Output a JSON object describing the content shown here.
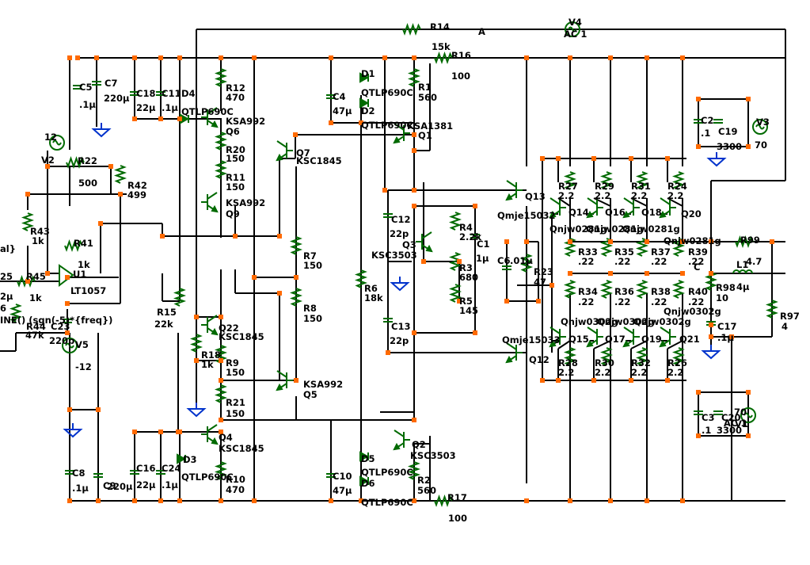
{
  "colors": {
    "wire": "#000000",
    "component": "#006a00",
    "node": "#ff6a00",
    "ground": "#0033cc",
    "background": "#ffffff"
  },
  "labels": [
    {
      "name": "R14",
      "text": "R14"
    },
    {
      "name": "R14v",
      "text": "15k"
    },
    {
      "name": "netA",
      "text": "A"
    },
    {
      "name": "V4",
      "text": "V4"
    },
    {
      "name": "V4v",
      "text": "AC 1"
    },
    {
      "name": "R16",
      "text": "R16"
    },
    {
      "name": "R16v",
      "text": "100"
    },
    {
      "name": "C5",
      "text": "C5"
    },
    {
      "name": "C5v",
      "text": ".1µ"
    },
    {
      "name": "C7",
      "text": "C7"
    },
    {
      "name": "C7v",
      "text": "220µ"
    },
    {
      "name": "C18",
      "text": "C18"
    },
    {
      "name": "C18v",
      "text": "22µ"
    },
    {
      "name": "C11",
      "text": "C11"
    },
    {
      "name": "C11v",
      "text": ".1µ"
    },
    {
      "name": "D4",
      "text": "D4"
    },
    {
      "name": "D4v",
      "text": "QTLP690C"
    },
    {
      "name": "R12",
      "text": "R12"
    },
    {
      "name": "R12v",
      "text": "470"
    },
    {
      "name": "D1",
      "text": "D1"
    },
    {
      "name": "D1v",
      "text": "QTLP690C"
    },
    {
      "name": "C4",
      "text": "C4"
    },
    {
      "name": "C4v",
      "text": "47µ"
    },
    {
      "name": "D2",
      "text": "D2"
    },
    {
      "name": "D2v",
      "text": "QTLP690C"
    },
    {
      "name": "R1",
      "text": "R1"
    },
    {
      "name": "R1v",
      "text": "560"
    },
    {
      "name": "Q1v",
      "text": "KSA1381"
    },
    {
      "name": "Q1",
      "text": "Q1"
    },
    {
      "name": "V2v",
      "text": "12"
    },
    {
      "name": "V2",
      "text": "V2"
    },
    {
      "name": "R22",
      "text": "R22"
    },
    {
      "name": "R22v",
      "text": "500"
    },
    {
      "name": "R42",
      "text": "R42"
    },
    {
      "name": "R42v",
      "text": "499"
    },
    {
      "name": "Q6v",
      "text": "KSA992"
    },
    {
      "name": "Q6",
      "text": "Q6"
    },
    {
      "name": "R20",
      "text": "R20"
    },
    {
      "name": "R20v",
      "text": "150"
    },
    {
      "name": "Q7",
      "text": "Q7"
    },
    {
      "name": "Q7v",
      "text": "KSC1845"
    },
    {
      "name": "R11",
      "text": "R11"
    },
    {
      "name": "R11v",
      "text": "150"
    },
    {
      "name": "Q9v",
      "text": "KSA992"
    },
    {
      "name": "Q9",
      "text": "Q9"
    },
    {
      "name": "C2",
      "text": "C2"
    },
    {
      "name": "C2v",
      "text": ".1"
    },
    {
      "name": "C19",
      "text": "C19"
    },
    {
      "name": "C19v",
      "text": "3300"
    },
    {
      "name": "V3",
      "text": "V3"
    },
    {
      "name": "V3v",
      "text": "70"
    },
    {
      "name": "R27",
      "text": "R27"
    },
    {
      "name": "R27v",
      "text": "2.2"
    },
    {
      "name": "R29",
      "text": "R29"
    },
    {
      "name": "R29v",
      "text": "2.2"
    },
    {
      "name": "R31",
      "text": "R31"
    },
    {
      "name": "R31v",
      "text": "2.2"
    },
    {
      "name": "R24",
      "text": "R24"
    },
    {
      "name": "R24v",
      "text": "2.2"
    },
    {
      "name": "Q13",
      "text": "Q13"
    },
    {
      "name": "Q13v",
      "text": "Qmje15032"
    },
    {
      "name": "Q14",
      "text": "Q14"
    },
    {
      "name": "Q14v",
      "text": "Qnjw0281g"
    },
    {
      "name": "Q16",
      "text": "Q16"
    },
    {
      "name": "Q16v",
      "text": "Qnjw0281g"
    },
    {
      "name": "Q18",
      "text": "Q18"
    },
    {
      "name": "Q18v",
      "text": "Qnjw0281g"
    },
    {
      "name": "Q20",
      "text": "Q20"
    },
    {
      "name": "Q20v",
      "text": "Qnjw0281g"
    },
    {
      "name": "R43",
      "text": "R43"
    },
    {
      "name": "R43v",
      "text": "1k"
    },
    {
      "name": "R41",
      "text": "R41"
    },
    {
      "name": "R41v",
      "text": "1k"
    },
    {
      "name": "C12",
      "text": "C12"
    },
    {
      "name": "C12v",
      "text": "22p"
    },
    {
      "name": "R4",
      "text": "R4"
    },
    {
      "name": "R4v",
      "text": "2.2k"
    },
    {
      "name": "C1",
      "text": "C1"
    },
    {
      "name": "C1v",
      "text": "1µ"
    },
    {
      "name": "Q3",
      "text": "Q3"
    },
    {
      "name": "Q3v",
      "text": "KSC3503"
    },
    {
      "name": "R7",
      "text": "R7"
    },
    {
      "name": "R7v",
      "text": "150"
    },
    {
      "name": "R3",
      "text": "R3"
    },
    {
      "name": "R3v",
      "text": "680"
    },
    {
      "name": "C6",
      "text": "C6"
    },
    {
      "name": "C6v",
      "text": ".01µ"
    },
    {
      "name": "R23",
      "text": "R23"
    },
    {
      "name": "R23v",
      "text": "47"
    },
    {
      "name": "R33",
      "text": "R33"
    },
    {
      "name": "R33v",
      "text": ".22"
    },
    {
      "name": "R35",
      "text": "R35"
    },
    {
      "name": "R35v",
      "text": ".22"
    },
    {
      "name": "R37",
      "text": "R37"
    },
    {
      "name": "R37v",
      "text": ".22"
    },
    {
      "name": "R39",
      "text": "R39"
    },
    {
      "name": "R39v",
      "text": ".22"
    },
    {
      "name": "netC",
      "text": "C"
    },
    {
      "name": "R99",
      "text": "R99"
    },
    {
      "name": "R99v",
      "text": "4.7"
    },
    {
      "name": "L1",
      "text": "L1"
    },
    {
      "name": "L1v",
      "text": "4µ"
    },
    {
      "name": "R98",
      "text": "R98"
    },
    {
      "name": "R98v",
      "text": "10"
    },
    {
      "name": "in1",
      "text": "al}"
    },
    {
      "name": "in2",
      "text": "25"
    },
    {
      "name": "in3",
      "text": "2µ"
    },
    {
      "name": "in4",
      "text": "6"
    },
    {
      "name": "R45",
      "text": "R45"
    },
    {
      "name": "R45v",
      "text": "1k"
    },
    {
      "name": "U1",
      "text": "U1"
    },
    {
      "name": "U1v",
      "text": "LT1057"
    },
    {
      "name": "srcExpr",
      "text": "INE() (sgn(-5)*{freq})"
    },
    {
      "name": "R6",
      "text": "R6"
    },
    {
      "name": "R6v",
      "text": "18k"
    },
    {
      "name": "R5",
      "text": "R5"
    },
    {
      "name": "R5v",
      "text": "145"
    },
    {
      "name": "R8",
      "text": "R8"
    },
    {
      "name": "R8v",
      "text": "150"
    },
    {
      "name": "R34",
      "text": "R34"
    },
    {
      "name": "R34v",
      "text": ".22"
    },
    {
      "name": "R36",
      "text": "R36"
    },
    {
      "name": "R36v",
      "text": ".22"
    },
    {
      "name": "R38",
      "text": "R38"
    },
    {
      "name": "R38v",
      "text": ".22"
    },
    {
      "name": "R40",
      "text": "R40"
    },
    {
      "name": "R40v",
      "text": ".22"
    },
    {
      "name": "Q15v",
      "text": "Qnjw0302g"
    },
    {
      "name": "Q15",
      "text": "Q15"
    },
    {
      "name": "Q17v",
      "text": "Qnjw0302g"
    },
    {
      "name": "Q17",
      "text": "Q17"
    },
    {
      "name": "Q19v",
      "text": "Qnjw0302g"
    },
    {
      "name": "Q19",
      "text": "Q19"
    },
    {
      "name": "Q21v",
      "text": "Qnjw0302g"
    },
    {
      "name": "Q21",
      "text": "Q21"
    },
    {
      "name": "R97",
      "text": "R97"
    },
    {
      "name": "R97v",
      "text": "4"
    },
    {
      "name": "R44",
      "text": "R44"
    },
    {
      "name": "R44v",
      "text": "47k"
    },
    {
      "name": "C23",
      "text": "C23"
    },
    {
      "name": "C23v",
      "text": "220p"
    },
    {
      "name": "R15",
      "text": "R15"
    },
    {
      "name": "R15v",
      "text": "22k"
    },
    {
      "name": "Q22",
      "text": "Q22"
    },
    {
      "name": "Q22v",
      "text": "KSC1845"
    },
    {
      "name": "C13",
      "text": "C13"
    },
    {
      "name": "C13v",
      "text": "22p"
    },
    {
      "name": "Q12v",
      "text": "Qmje15033"
    },
    {
      "name": "Q12",
      "text": "Q12"
    },
    {
      "name": "C17",
      "text": "C17"
    },
    {
      "name": "C17v",
      "text": ".1µ"
    },
    {
      "name": "V5",
      "text": "V5"
    },
    {
      "name": "V5v",
      "text": "-12"
    },
    {
      "name": "R18",
      "text": "R18"
    },
    {
      "name": "R18v",
      "text": "1k"
    },
    {
      "name": "R9",
      "text": "R9"
    },
    {
      "name": "R9v",
      "text": "150"
    },
    {
      "name": "R28",
      "text": "R28"
    },
    {
      "name": "R28v",
      "text": "2.2"
    },
    {
      "name": "R30",
      "text": "R30"
    },
    {
      "name": "R30v",
      "text": "2.2"
    },
    {
      "name": "R32",
      "text": "R32"
    },
    {
      "name": "R32v",
      "text": "2.2"
    },
    {
      "name": "R26",
      "text": "R26"
    },
    {
      "name": "R26v",
      "text": "2.2"
    },
    {
      "name": "Q5v",
      "text": "KSA992"
    },
    {
      "name": "Q5",
      "text": "Q5"
    },
    {
      "name": "R21",
      "text": "R21"
    },
    {
      "name": "R21v",
      "text": "150"
    },
    {
      "name": "V1v",
      "text": "70"
    },
    {
      "name": "V1",
      "text": "V1"
    },
    {
      "name": "V1ac",
      "text": "AC 1"
    },
    {
      "name": "C3",
      "text": "C3"
    },
    {
      "name": "C3v",
      "text": ".1"
    },
    {
      "name": "C20",
      "text": "C20"
    },
    {
      "name": "C20v",
      "text": "3300"
    },
    {
      "name": "Q2",
      "text": "Q2"
    },
    {
      "name": "Q2v",
      "text": "KSC3503"
    },
    {
      "name": "Q4",
      "text": "Q4"
    },
    {
      "name": "Q4v",
      "text": "KSC1845"
    },
    {
      "name": "D5",
      "text": "D5"
    },
    {
      "name": "D5v",
      "text": "QTLP690C"
    },
    {
      "name": "D3",
      "text": "D3"
    },
    {
      "name": "D3v",
      "text": "QTLP690C"
    },
    {
      "name": "C8",
      "text": "C8"
    },
    {
      "name": "C8v",
      "text": ".1µ"
    },
    {
      "name": "C9",
      "text": "C9"
    },
    {
      "name": "C9v",
      "text": "220µ"
    },
    {
      "name": "C16",
      "text": "C16"
    },
    {
      "name": "C16v",
      "text": "22µ"
    },
    {
      "name": "C24",
      "text": "C24"
    },
    {
      "name": "C24v",
      "text": ".1µ"
    },
    {
      "name": "C10",
      "text": "C10"
    },
    {
      "name": "C10v",
      "text": "47µ"
    },
    {
      "name": "D6",
      "text": "D6"
    },
    {
      "name": "D6v",
      "text": "QTLP690C"
    },
    {
      "name": "R2",
      "text": "R2"
    },
    {
      "name": "R2v",
      "text": "560"
    },
    {
      "name": "R10",
      "text": "R10"
    },
    {
      "name": "R10v",
      "text": "470"
    },
    {
      "name": "R17",
      "text": "R17"
    },
    {
      "name": "R17v",
      "text": "100"
    }
  ]
}
